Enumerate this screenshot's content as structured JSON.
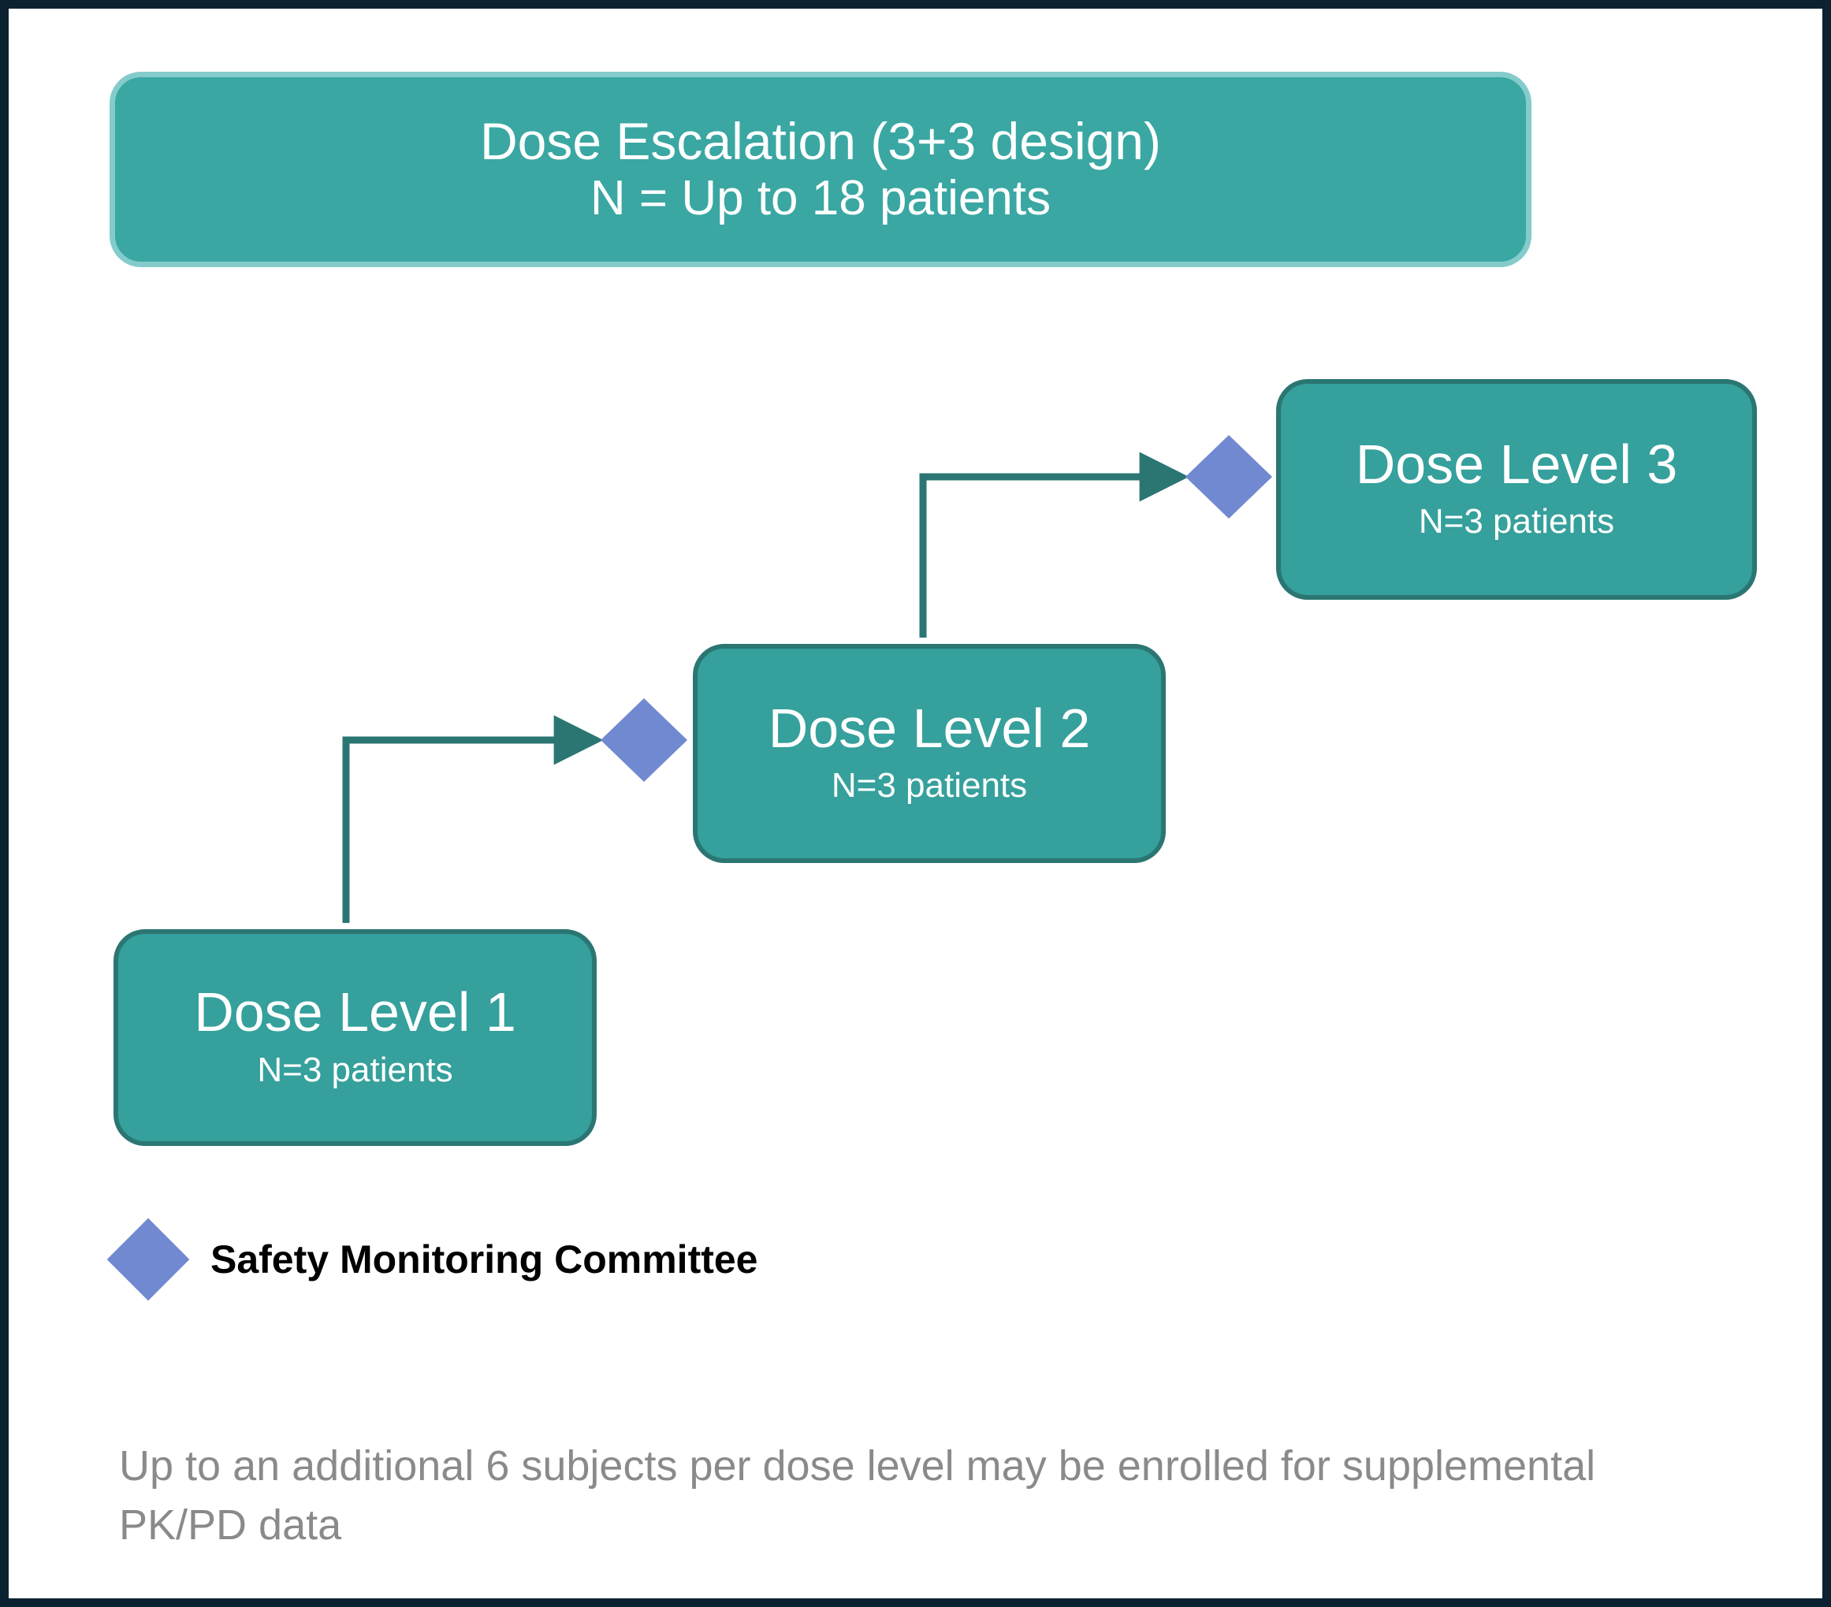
{
  "header": {
    "title": "Dose Escalation (3+3 design)",
    "subtitle": "N = Up to 18 patients"
  },
  "dose_levels": [
    {
      "title": "Dose Level 1",
      "subtitle": "N=3 patients"
    },
    {
      "title": "Dose Level 2",
      "subtitle": "N=3 patients"
    },
    {
      "title": "Dose Level 3",
      "subtitle": "N=3 patients"
    }
  ],
  "legend": {
    "label": "Safety Monitoring Committee",
    "marker": "diamond"
  },
  "footnote": {
    "text": "Up to an additional 6 subjects per dose level may be enrolled for supplemental PK/PD data"
  },
  "colors": {
    "frame": "#0d2230",
    "banner_fill": "#3aa7a3",
    "banner_border": "#84cccb",
    "box_fill": "#35a09c",
    "box_border": "#2b7673",
    "connector": "#2b7673",
    "diamond": "#7189d0",
    "footnote_text": "#8a8a8a",
    "box_text": "#ffffff",
    "legend_text": "#000000"
  }
}
